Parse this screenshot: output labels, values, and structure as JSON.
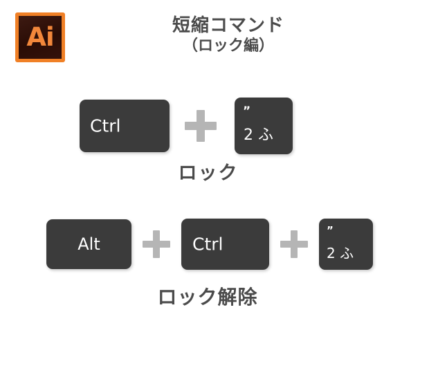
{
  "app_icon": {
    "name": "adobe-illustrator-icon",
    "label": "Ai",
    "border_color": "#F08026",
    "fill_color": "#2D0E06",
    "text_color": "#F2873B"
  },
  "header": {
    "title": "短縮コマンド",
    "subtitle": "（ロック編）",
    "text_color": "#4B4B4B"
  },
  "shortcuts": [
    {
      "id": "lock",
      "label": "ロック",
      "keys": [
        {
          "main": "Ctrl",
          "top": ""
        },
        {
          "main": "2 ふ",
          "top": "”"
        }
      ],
      "separator": "+"
    },
    {
      "id": "unlock",
      "label": "ロック解除",
      "keys": [
        {
          "main": "Alt",
          "top": ""
        },
        {
          "main": "Ctrl",
          "top": ""
        },
        {
          "main": "2 ふ",
          "top": "”"
        }
      ],
      "separator": "+"
    }
  ],
  "colors": {
    "background": "#FFFFFF",
    "key_face": "#3B3B3B",
    "key_text": "#FFFFFF",
    "plus": "#B5B5B5"
  }
}
